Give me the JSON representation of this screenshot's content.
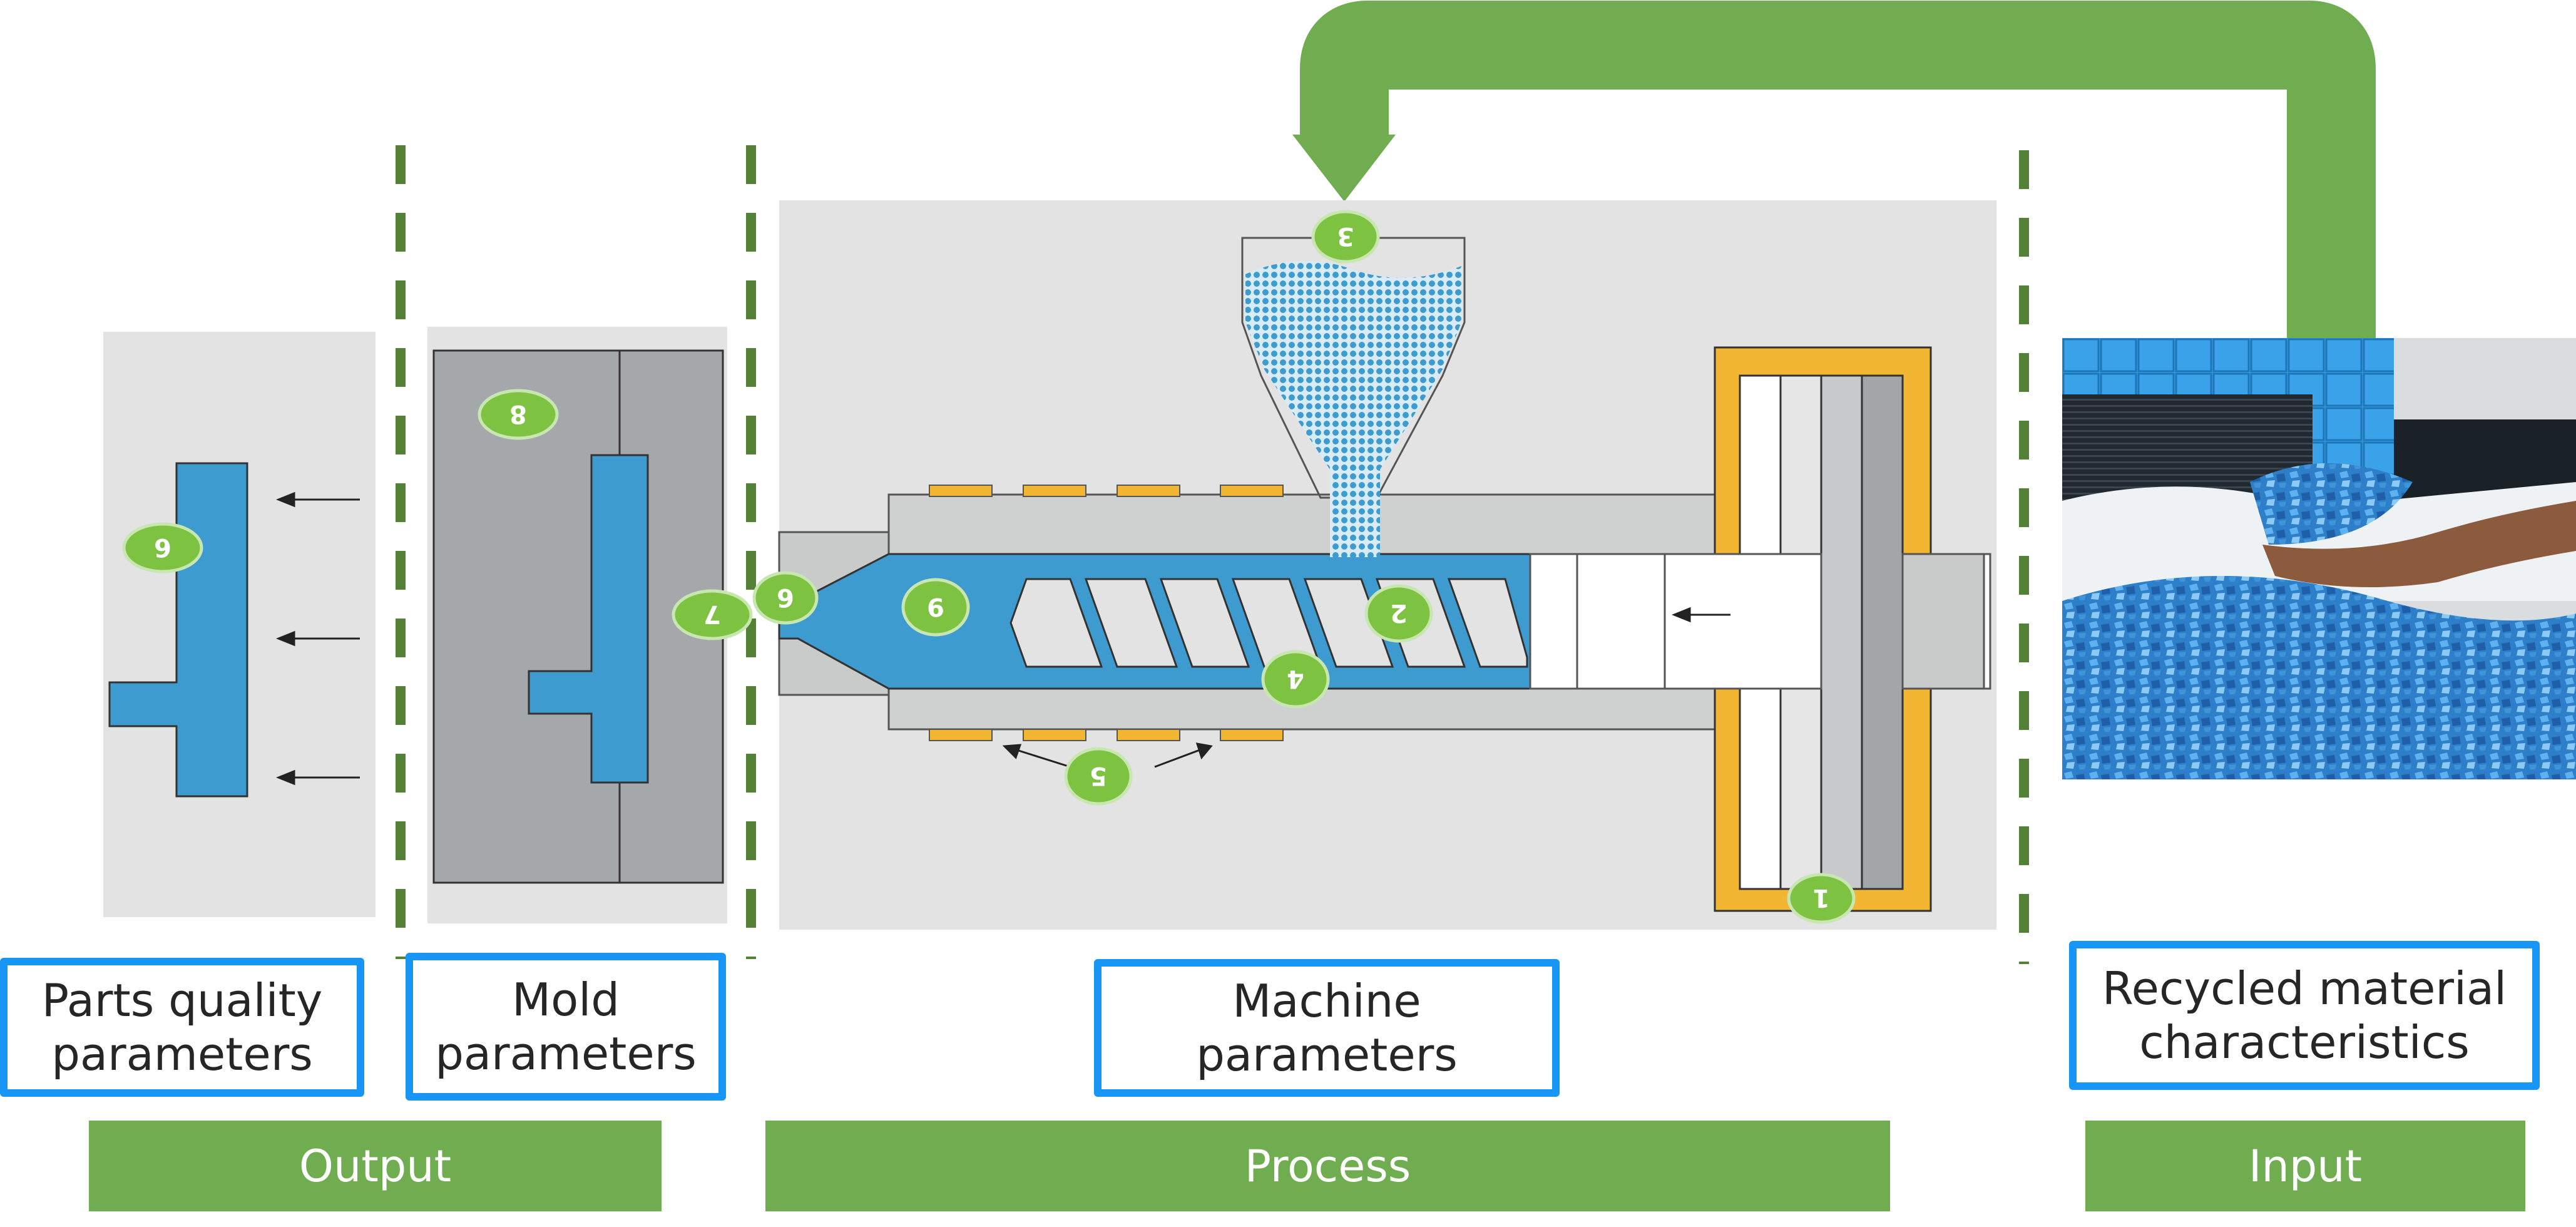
{
  "colors": {
    "feedback_arrow": "#70ad50",
    "divider": "#538135",
    "label_border": "#1796f5",
    "section_bar": "#70ad50",
    "melt": "#3d9bcf",
    "heater": "#f2b632",
    "badge": "#7ec242"
  },
  "labels": {
    "parts_quality": "Parts quality\nparameters",
    "mold": "Mold\nparameters",
    "machine": "Machine\nparameters",
    "recycled": "Recycled material\ncharacteristics"
  },
  "sections": {
    "output": "Output",
    "process": "Process",
    "input": "Input"
  },
  "badges": {
    "part": "6",
    "mold": "8",
    "nozzle_mold": "7",
    "nozzle": "6",
    "melt": "9",
    "screw": "2",
    "barrel": "4",
    "heaters": "5",
    "hopper": "3",
    "clamp": "1"
  },
  "photo": {
    "description": "Hands holding shredded blue recycled plastic flakes in a warehouse"
  }
}
